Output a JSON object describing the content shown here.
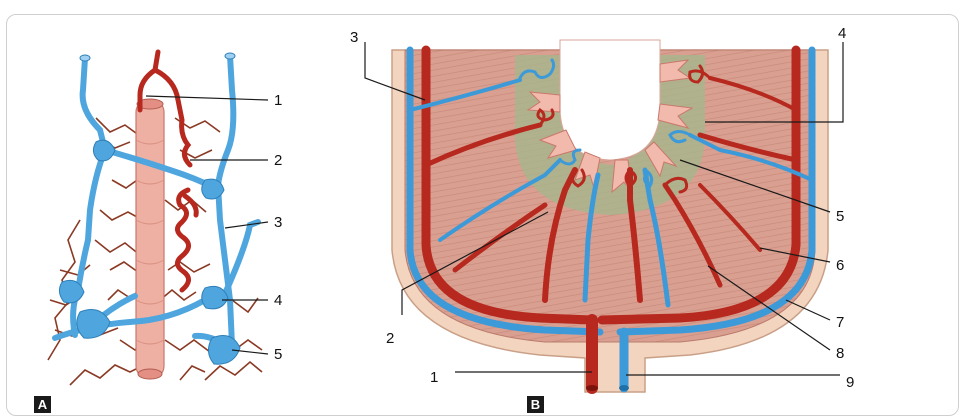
{
  "panel_a": {
    "tag": "A",
    "labels": [
      "1",
      "2",
      "3",
      "4",
      "5"
    ]
  },
  "panel_b": {
    "tag": "B",
    "labels": [
      "1",
      "2",
      "3",
      "4",
      "5",
      "6",
      "7",
      "8",
      "9"
    ]
  },
  "colors": {
    "artery": "#b7281e",
    "vein": "#3c9ad8",
    "lymph": "#4fa6de",
    "muscle": "#d99a8c",
    "submucosa": "#9fae83",
    "mucosa": "#f2b9ad",
    "capillary": "#8a3a24"
  }
}
